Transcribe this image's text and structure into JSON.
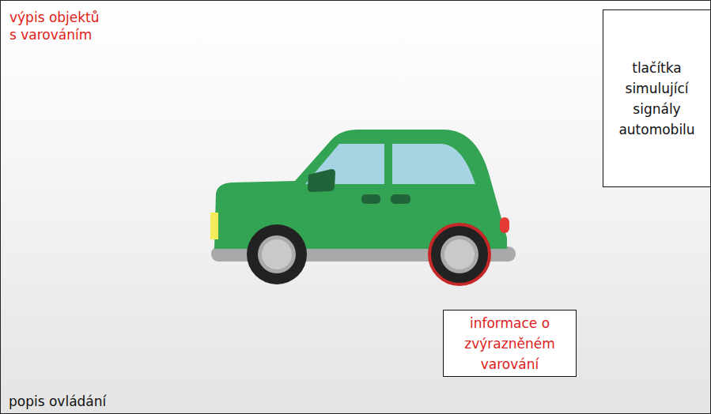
{
  "diagram": {
    "nodes": [
      {
        "text": [
          "tlačítka simulující signály automobilu"
        ]
      },
      {
        "text": [
          "informace o zvýrazněném varování"
        ]
      }
    ],
    "labels": [
      "výpis objektů s varováním",
      "popis ovládání"
    ]
  }
}
